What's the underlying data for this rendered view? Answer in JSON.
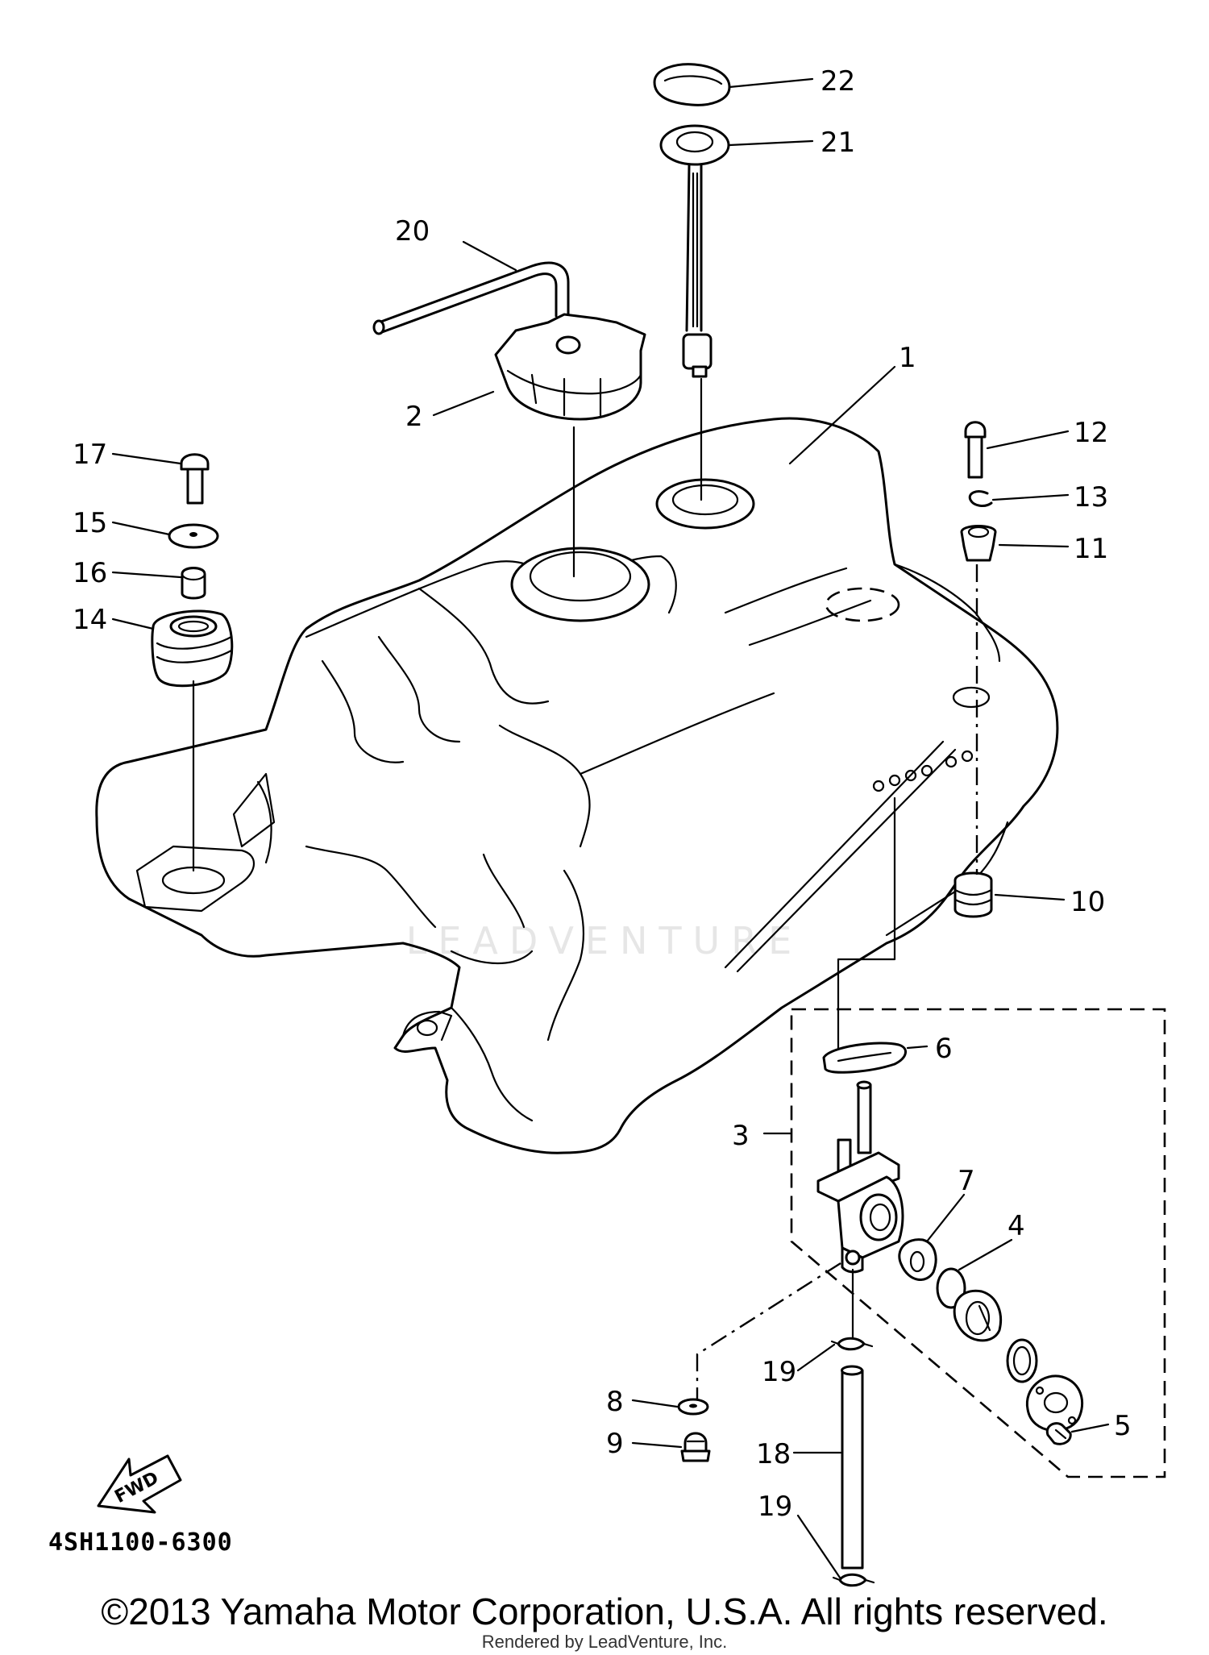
{
  "diagram_id": "4SH1100-6300",
  "fwd_label": "FWD",
  "watermark": "LEADVENTURE",
  "copyright": "©2013 Yamaha Motor Corporation, U.S.A. All rights reserved.",
  "rendered_by": "Rendered by LeadVenture, Inc.",
  "callouts": {
    "c1": "1",
    "c2": "2",
    "c3": "3",
    "c4": "4",
    "c5": "5",
    "c6": "6",
    "c7": "7",
    "c8": "8",
    "c9": "9",
    "c10": "10",
    "c11": "11",
    "c12": "12",
    "c13": "13",
    "c14": "14",
    "c15": "15",
    "c16": "16",
    "c17": "17",
    "c18": "18",
    "c19a": "19",
    "c19b": "19",
    "c20": "20",
    "c21": "21",
    "c22": "22"
  }
}
